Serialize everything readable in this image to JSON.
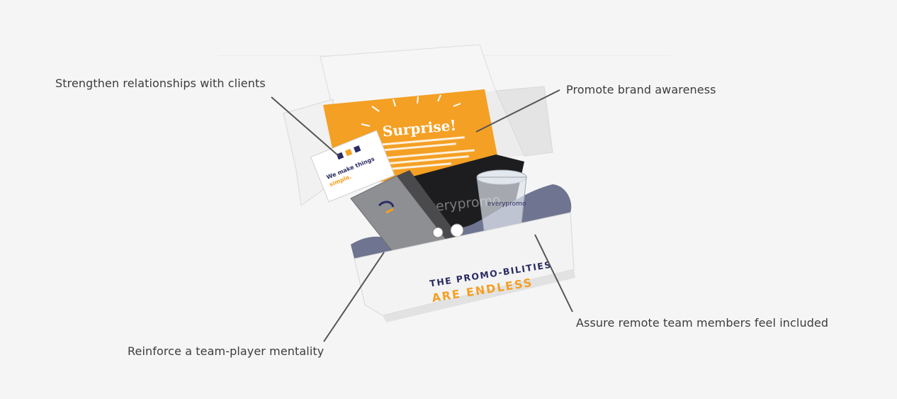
{
  "callouts": {
    "relationships": "Strengthen relationships with clients",
    "brand": "Promote brand awareness",
    "remote": "Assure remote team members feel included",
    "team": "Reinforce a team-player mentality"
  },
  "box": {
    "slogan_line1": "THE PROMO-BILITIES",
    "slogan_line2": "ARE ENDLESS",
    "insert_title": "Surprise!",
    "card_title": "We make things",
    "card_highlight": "simple.",
    "bag_brand": "everypromo",
    "cup_brand": "everypromo"
  },
  "colors": {
    "orange": "#f4a024",
    "navy": "#2b2d63",
    "box_white": "#f2f2f2",
    "tissue": "#6f7590"
  }
}
